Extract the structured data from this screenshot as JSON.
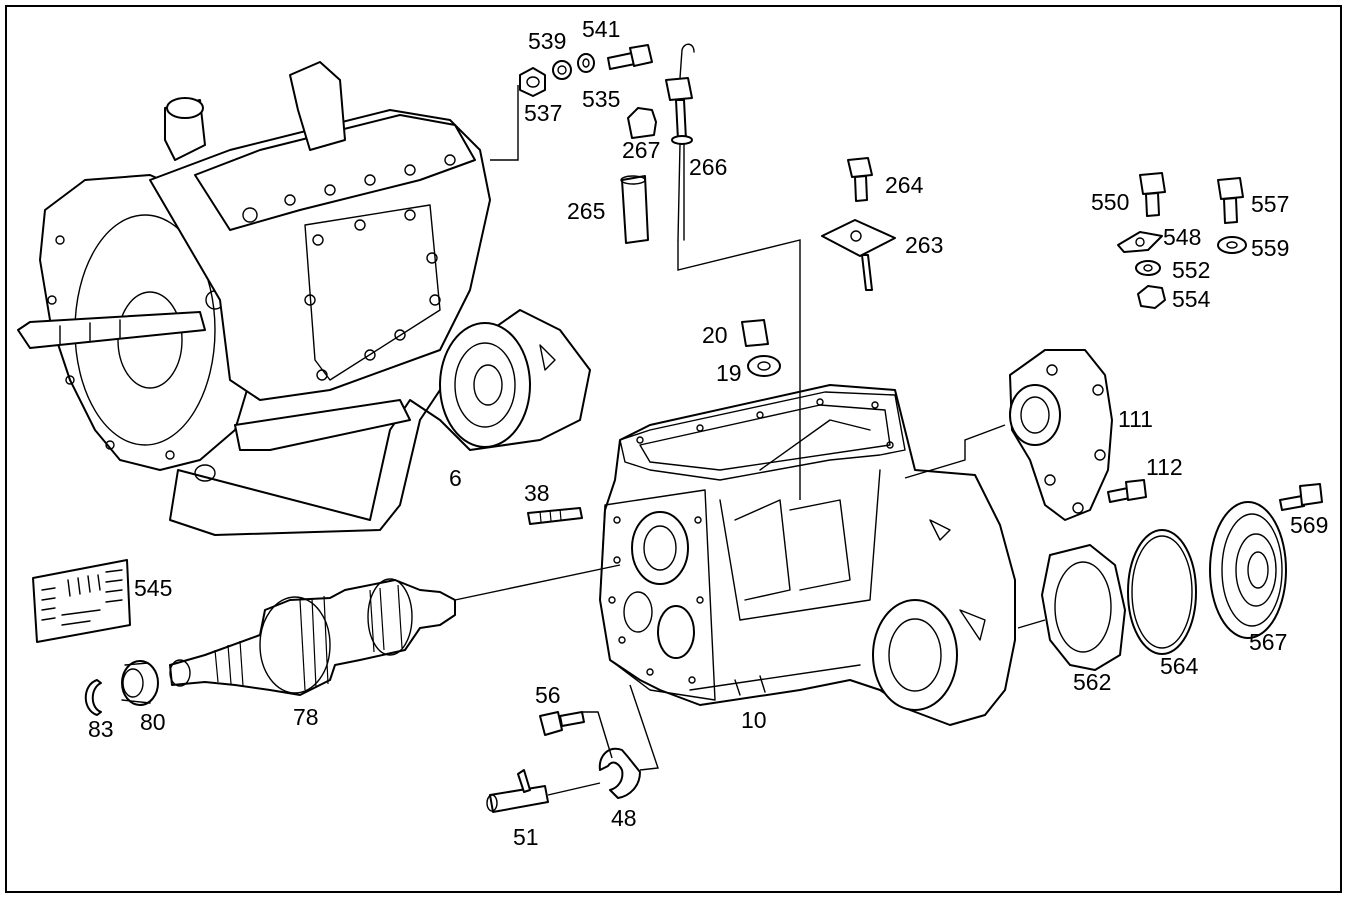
{
  "callouts": {
    "c6": "6",
    "c10": "10",
    "c19": "19",
    "c20": "20",
    "c38": "38",
    "c48": "48",
    "c51": "51",
    "c56": "56",
    "c78": "78",
    "c80": "80",
    "c83": "83",
    "c111": "111",
    "c112": "112",
    "c263": "263",
    "c264": "264",
    "c265": "265",
    "c266": "266",
    "c267": "267",
    "c535": "535",
    "c537": "537",
    "c539": "539",
    "c541": "541",
    "c545": "545",
    "c548": "548",
    "c550": "550",
    "c552": "552",
    "c554": "554",
    "c557": "557",
    "c559": "559",
    "c562": "562",
    "c564": "564",
    "c567": "567",
    "c569": "569"
  }
}
